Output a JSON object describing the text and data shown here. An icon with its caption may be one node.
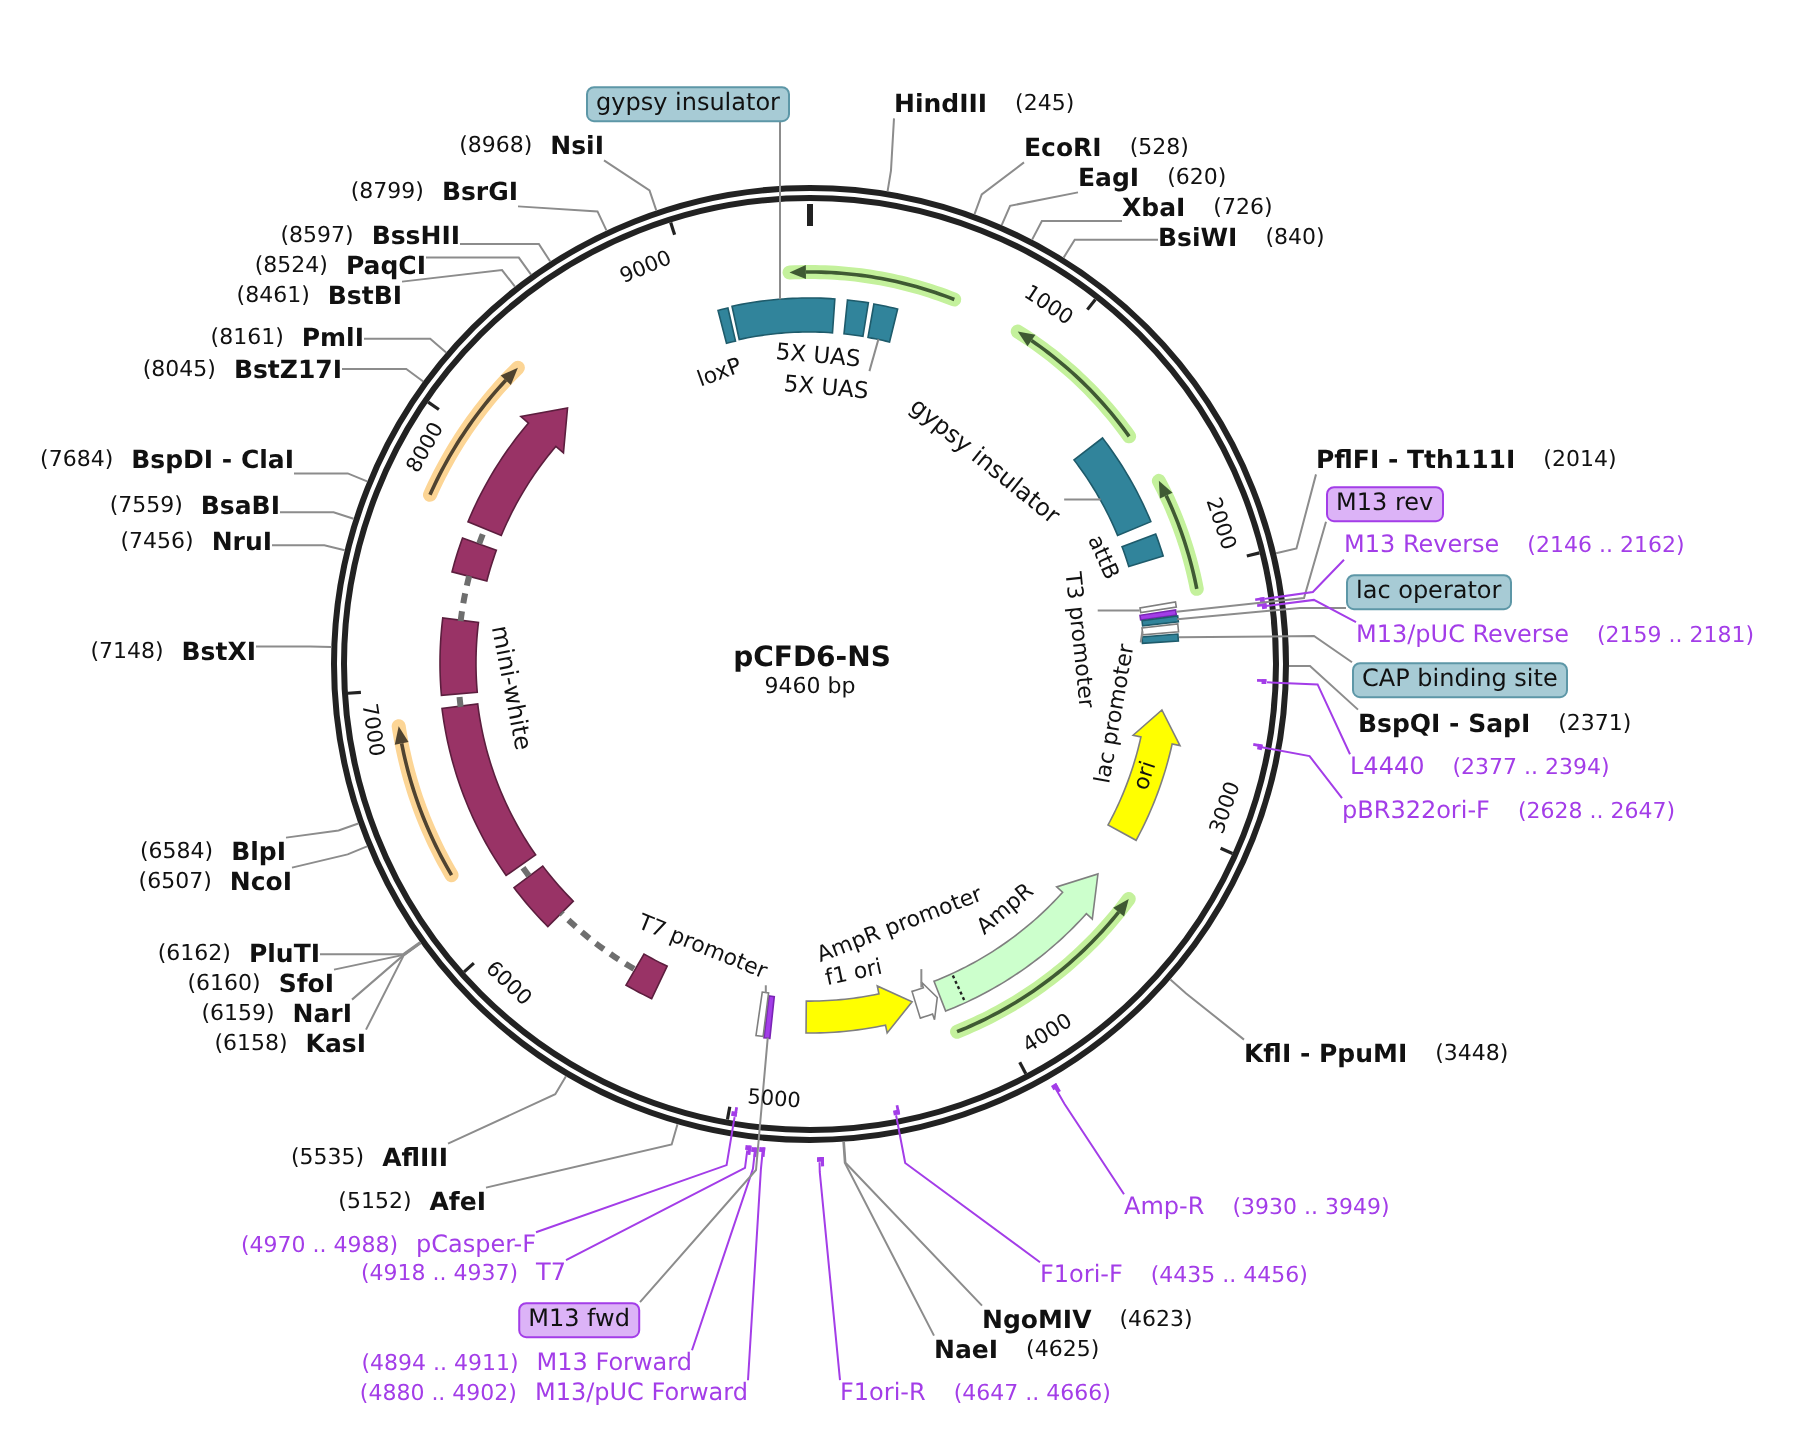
{
  "diagram": {
    "title": "pCFD6-NS",
    "nodes": [
      {
        "text": [
          "gypsy insulator"
        ]
      },
      {
        "text": [
          "HindIII",
          "(245)"
        ]
      },
      {
        "text": [
          "EcoRI",
          "(528)"
        ]
      },
      {
        "text": [
          "EagI",
          "(620)"
        ]
      },
      {
        "text": [
          "XbaI",
          "(726)"
        ]
      },
      {
        "text": [
          "BsiWI",
          "(840)"
        ]
      },
      {
        "text": [
          "PflFI - Tth111I",
          "(2014)"
        ]
      },
      {
        "text": [
          "M13 rev"
        ]
      },
      {
        "text": [
          "M13 Reverse",
          "(2146 .. 2162)"
        ]
      },
      {
        "text": [
          "lac operator"
        ]
      },
      {
        "text": [
          "M13/pUC Reverse",
          "(2159 .. 2181)"
        ]
      },
      {
        "text": [
          "CAP binding site"
        ]
      },
      {
        "text": [
          "BspQI - SapI",
          "(2371)"
        ]
      },
      {
        "text": [
          "L4440",
          "(2377 .. 2394)"
        ]
      },
      {
        "text": [
          "pBR322ori-F",
          "(2628 .. 2647)"
        ]
      },
      {
        "text": [
          "KflI - PpuMI",
          "(3448)"
        ]
      },
      {
        "text": [
          "Amp-R",
          "(3930 .. 3949)"
        ]
      },
      {
        "text": [
          "F1ori-F",
          "(4435 .. 4456)"
        ]
      },
      {
        "text": [
          "NgoMIV",
          "(4623)"
        ]
      },
      {
        "text": [
          "NaeI",
          "(4625)"
        ]
      },
      {
        "text": [
          "F1ori-R",
          "(4647 .. 4666)"
        ]
      },
      {
        "text": [
          "(4880 .. 4902)",
          "M13/pUC Forward"
        ]
      },
      {
        "text": [
          "(4894 .. 4911)",
          "M13 Forward"
        ]
      },
      {
        "text": [
          "M13 fwd"
        ]
      },
      {
        "text": [
          "(4918 .. 4937)",
          "T7"
        ]
      },
      {
        "text": [
          "(4970 .. 4988)",
          "pCasper-F"
        ]
      },
      {
        "text": [
          "(5152)",
          "AfeI"
        ]
      },
      {
        "text": [
          "(5535)",
          "AflIII"
        ]
      },
      {
        "text": [
          "(6158)",
          "KasI"
        ]
      },
      {
        "text": [
          "(6159)",
          "NarI"
        ]
      },
      {
        "text": [
          "(6160)",
          "SfoI"
        ]
      },
      {
        "text": [
          "(6162)",
          "PluTI"
        ]
      },
      {
        "text": [
          "(6507)",
          "NcoI"
        ]
      },
      {
        "text": [
          "(6584)",
          "BlpI"
        ]
      },
      {
        "text": [
          "(7148)",
          "BstXI"
        ]
      },
      {
        "text": [
          "(7456)",
          "NruI"
        ]
      },
      {
        "text": [
          "(7559)",
          "BsaBI"
        ]
      },
      {
        "text": [
          "(7684)",
          "BspDI - ClaI"
        ]
      },
      {
        "text": [
          "(8045)",
          "BstZ17I"
        ]
      },
      {
        "text": [
          "(8161)",
          "PmlI"
        ]
      },
      {
        "text": [
          "(8461)",
          "BstBI"
        ]
      },
      {
        "text": [
          "(8524)",
          "PaqCI"
        ]
      },
      {
        "text": [
          "(8597)",
          "BssHII"
        ]
      },
      {
        "text": [
          "(8799)",
          "BsrGI"
        ]
      },
      {
        "text": [
          "(8968)",
          "NsiI"
        ]
      },
      {
        "text": [],
        "shape": "bar"
      },
      {
        "text": [],
        "shape": "bar"
      },
      {
        "text": [],
        "shape": "bar"
      },
      {
        "text": [],
        "shape": "bar"
      },
      {
        "text": [],
        "shape": "bar"
      },
      {
        "text": [],
        "shape": "bar"
      },
      {
        "text": [],
        "shape": "bar"
      },
      {
        "text": [],
        "shape": "bar"
      },
      {
        "text": [],
        "shape": "bar"
      },
      {
        "text": [],
        "shape": "bar"
      },
      {
        "text": [],
        "shape": "bar"
      },
      {
        "text": [],
        "shape": "arc",
        "beside": [
          "loxP"
        ]
      },
      {
        "text": [],
        "shape": "arc"
      },
      {
        "text": [],
        "shape": "arc",
        "beside": [
          "5X UAS"
        ]
      },
      {
        "text": [],
        "shape": "arc"
      },
      {
        "text": [
          "5X UAS"
        ]
      },
      {
        "text": [],
        "shape": "arc"
      },
      {
        "text": [
          "gypsy insulator"
        ]
      },
      {
        "text": [],
        "shape": "arc",
        "beside": [
          "attB"
        ]
      },
      {
        "text": [],
        "shape": "arc"
      },
      {
        "text": [],
        "shape": "arc"
      },
      {
        "text": [],
        "shape": "arc"
      },
      {
        "text": [],
        "shape": "arc"
      },
      {
        "text": [],
        "shape": "arc"
      },
      {
        "text": [
          "T3 promoter"
        ]
      },
      {
        "text": [
          "lac promoter"
        ]
      },
      {
        "text": [
          "ori"
        ]
      },
      {
        "text": [],
        "shape": "arrow",
        "beside": [
          "AmpR"
        ]
      },
      {
        "text": [],
        "shape": "arrow"
      },
      {
        "text": [
          "AmpR promoter"
        ]
      },
      {
        "text": [],
        "shape": "arrow",
        "beside": [
          "f1 ori"
        ]
      },
      {
        "text": [],
        "shape": "arc"
      },
      {
        "text": [],
        "shape": "arc"
      },
      {
        "text": [
          "T7 promoter"
        ]
      },
      {
        "text": [],
        "shape": "arc"
      },
      {
        "text": [],
        "shape": "arc"
      },
      {
        "text": [],
        "shape": "arc",
        "beside": [
          "mini-white"
        ]
      },
      {
        "text": [],
        "shape": "arc"
      },
      {
        "text": [],
        "shape": "arc"
      },
      {
        "text": [],
        "shape": "arrow"
      }
    ],
    "edges": [
      {
        "from": 0,
        "to": 57,
        "arrow": "none"
      },
      {
        "from": 1,
        "to": null,
        "arrow": "none"
      },
      {
        "from": 2,
        "to": null,
        "arrow": "none"
      },
      {
        "from": 3,
        "to": null,
        "arrow": "none"
      },
      {
        "from": 4,
        "to": null,
        "arrow": "none"
      },
      {
        "from": 5,
        "to": null,
        "arrow": "none"
      },
      {
        "from": 6,
        "to": null,
        "arrow": "none"
      },
      {
        "from": 7,
        "to": 65,
        "arrow": "none"
      },
      {
        "from": 8,
        "to": 45,
        "arrow": "none",
        "color": "#a33de8"
      },
      {
        "from": 9,
        "to": 66,
        "arrow": "none"
      },
      {
        "from": 10,
        "to": 46,
        "arrow": "none",
        "color": "#a33de8"
      },
      {
        "from": 11,
        "to": 68,
        "arrow": "none"
      },
      {
        "from": 12,
        "to": null,
        "arrow": "none"
      },
      {
        "from": 13,
        "to": 47,
        "arrow": "none",
        "color": "#a33de8"
      },
      {
        "from": 14,
        "to": 48,
        "arrow": "none",
        "color": "#a33de8"
      },
      {
        "from": 15,
        "to": null,
        "arrow": "none"
      },
      {
        "from": 16,
        "to": 49,
        "arrow": "none",
        "color": "#a33de8"
      },
      {
        "from": 17,
        "to": 50,
        "arrow": "none",
        "color": "#a33de8"
      },
      {
        "from": 18,
        "to": null,
        "arrow": "none"
      },
      {
        "from": 19,
        "to": null,
        "arrow": "none"
      },
      {
        "from": 20,
        "to": 51,
        "arrow": "none",
        "color": "#a33de8"
      },
      {
        "from": 21,
        "to": 52,
        "arrow": "none",
        "color": "#a33de8"
      },
      {
        "from": 22,
        "to": 53,
        "arrow": "none",
        "color": "#a33de8"
      },
      {
        "from": 23,
        "to": 76,
        "arrow": "none"
      },
      {
        "from": 24,
        "to": 54,
        "arrow": "none",
        "color": "#a33de8"
      },
      {
        "from": 25,
        "to": 55,
        "arrow": "none",
        "color": "#a33de8"
      },
      {
        "from": 26,
        "to": null,
        "arrow": "none"
      },
      {
        "from": 27,
        "to": null,
        "arrow": "none"
      },
      {
        "from": 28,
        "to": null,
        "arrow": "none"
      },
      {
        "from": 29,
        "to": null,
        "arrow": "none"
      },
      {
        "from": 30,
        "to": null,
        "arrow": "none"
      },
      {
        "from": 31,
        "to": null,
        "arrow": "none"
      },
      {
        "from": 32,
        "to": null,
        "arrow": "none"
      },
      {
        "from": 33,
        "to": null,
        "arrow": "none"
      },
      {
        "from": 34,
        "to": null,
        "arrow": "none"
      },
      {
        "from": 35,
        "to": null,
        "arrow": "none"
      },
      {
        "from": 36,
        "to": null,
        "arrow": "none"
      },
      {
        "from": 37,
        "to": null,
        "arrow": "none"
      },
      {
        "from": 38,
        "to": null,
        "arrow": "none"
      },
      {
        "from": 39,
        "to": null,
        "arrow": "none"
      },
      {
        "from": 40,
        "to": null,
        "arrow": "none"
      },
      {
        "from": 41,
        "to": null,
        "arrow": "none"
      },
      {
        "from": 42,
        "to": null,
        "arrow": "none"
      },
      {
        "from": 43,
        "to": null,
        "arrow": "none"
      },
      {
        "from": 44,
        "to": null,
        "arrow": "none"
      },
      {
        "from": 60,
        "to": 59,
        "arrow": "none"
      },
      {
        "from": 62,
        "to": 61,
        "arrow": "none"
      },
      {
        "from": 69,
        "to": 64,
        "arrow": "none"
      },
      {
        "from": 70,
        "to": 67,
        "arrow": "none"
      },
      {
        "from": 74,
        "to": 73,
        "arrow": "none"
      },
      {
        "from": 78,
        "to": 77,
        "arrow": "none"
      },
      {
        "from": 79,
        "to": 80,
        "arrow": "none",
        "style": "dashed",
        "color": "#6e6e6e"
      },
      {
        "from": 80,
        "to": 81,
        "arrow": "none",
        "style": "dashed",
        "color": "#6e6e6e"
      },
      {
        "from": 81,
        "to": 82,
        "arrow": "none",
        "style": "dashed",
        "color": "#6e6e6e"
      },
      {
        "from": 82,
        "to": 83,
        "arrow": "none",
        "style": "dashed",
        "color": "#6e6e6e"
      },
      {
        "from": 83,
        "to": 84,
        "arrow": "none",
        "style": "dashed",
        "color": "#6e6e6e"
      }
    ],
    "labels": [
      "1000",
      "2000",
      "3000",
      "4000",
      "5000",
      "6000",
      "7000",
      "8000",
      "9000",
      "9460 bp"
    ]
  }
}
